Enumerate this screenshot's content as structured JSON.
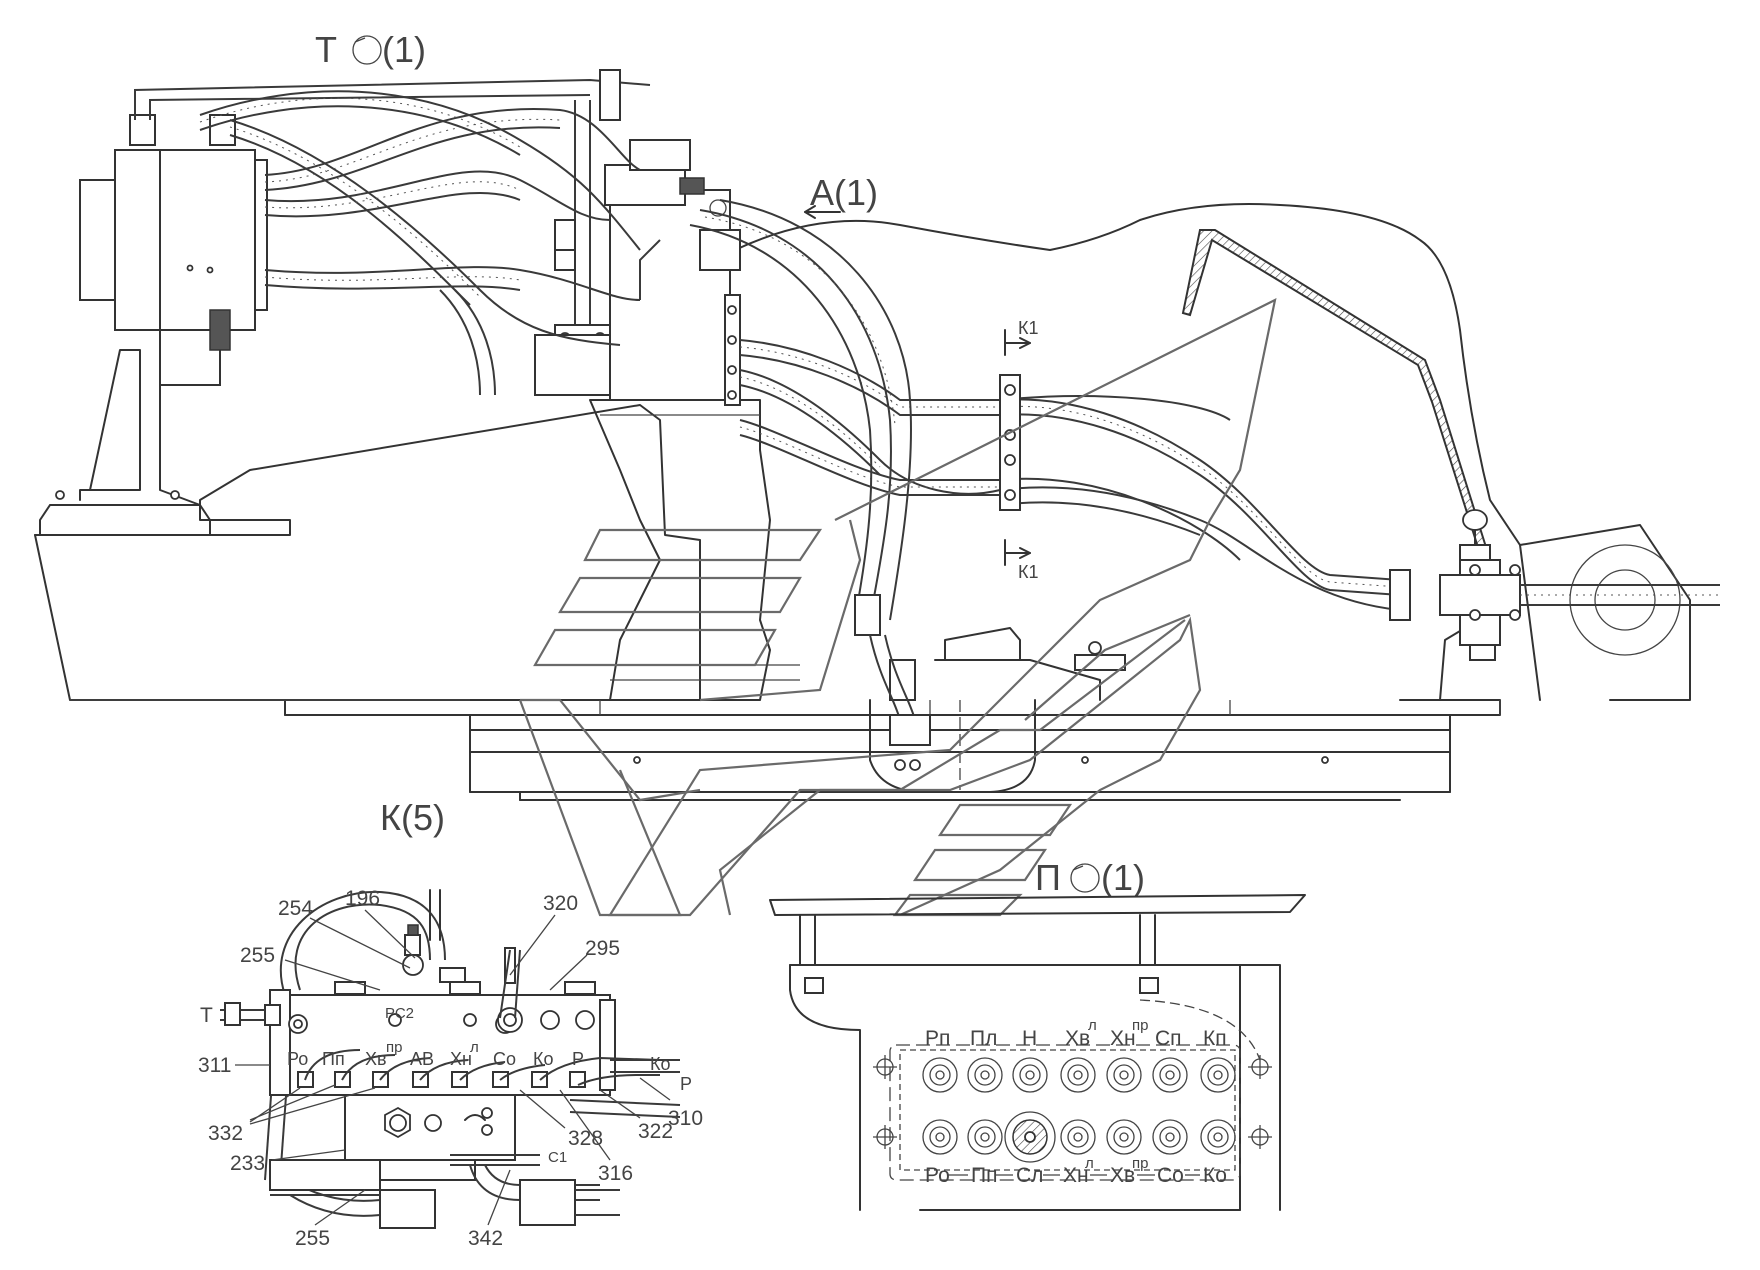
{
  "view_titles": {
    "T": "Т",
    "T_sheet": "(1)",
    "A": "А(1)",
    "K": "К(5)",
    "P": "П",
    "P_sheet": "(1)"
  },
  "section_marks": {
    "top": "К1",
    "bottom": "К1"
  },
  "callouts": {
    "c254": "254",
    "c196": "196",
    "c320": "320",
    "c295": "295",
    "c255a": "255",
    "c311": "311",
    "c332": "332",
    "c233": "233",
    "c255b": "255",
    "c342": "342",
    "c328": "328",
    "c316": "316",
    "c322": "322",
    "c310": "310"
  },
  "valve_labels": {
    "T": "Т",
    "PC2": "РС2",
    "Ko": "Ко",
    "P": "Р",
    "C1": "С1",
    "ports": [
      "Ро",
      "Пп",
      "Хв",
      "АВ",
      "Хн",
      "Со",
      "Ко",
      "Р"
    ],
    "port_sup": {
      "Xv": "пр",
      "Xn": "л"
    }
  },
  "panel_labels": {
    "top": [
      "Рп",
      "Пл",
      "Н",
      "Хв",
      "Хн",
      "Сп",
      "Кп"
    ],
    "top_sup": [
      "",
      "",
      "",
      "л",
      "пр",
      "",
      ""
    ],
    "bottom": [
      "Ро",
      "Пп",
      "Сл",
      "Хн",
      "Хв",
      "Со",
      "Ко"
    ],
    "bottom_sup": [
      "",
      "",
      "",
      "л",
      "пр",
      "",
      ""
    ]
  },
  "icons": {
    "rotation": "rotation-circle-icon",
    "arrow": "view-arrow-icon"
  }
}
